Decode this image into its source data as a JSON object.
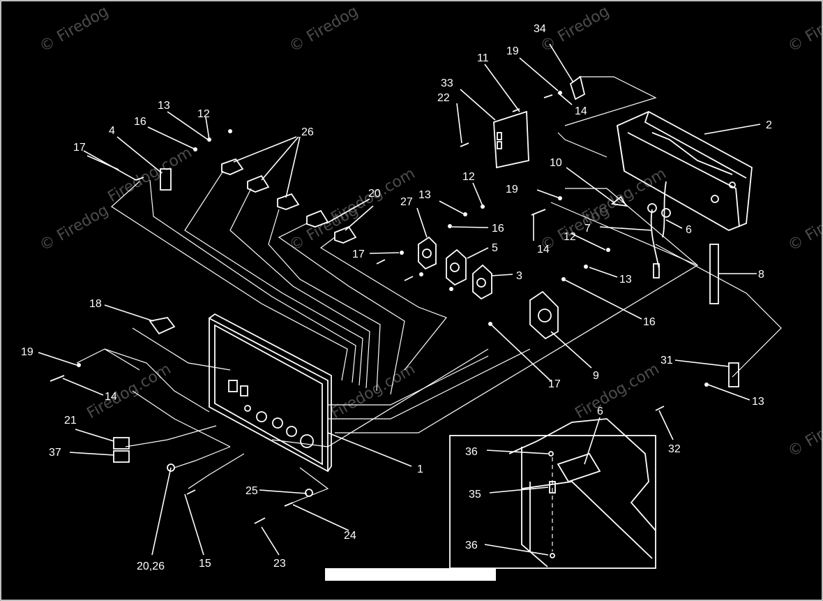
{
  "watermark": "© Firedog",
  "watermark_alt": "Firedog.com",
  "callouts": {
    "c1": "1",
    "c2": "2",
    "c3": "3",
    "c4": "4",
    "c5": "5",
    "c6": "6",
    "c6b": "6",
    "c7": "7",
    "c8": "8",
    "c9": "9",
    "c10": "10",
    "c11": "11",
    "c12a": "12",
    "c12b": "12",
    "c12c": "12",
    "c13a": "13",
    "c13b": "13",
    "c13c": "13",
    "c13d": "13",
    "c14a": "14",
    "c14b": "14",
    "c14c": "14",
    "c15": "15",
    "c16a": "16",
    "c16b": "16",
    "c16c": "16",
    "c17a": "17",
    "c17b": "17",
    "c17c": "17",
    "c18": "18",
    "c19a": "19",
    "c19b": "19",
    "c19c": "19",
    "c20": "20",
    "c20_26": "20,26",
    "c21": "21",
    "c22": "22",
    "c23": "23",
    "c24": "24",
    "c25": "25",
    "c26": "26",
    "c27": "27",
    "c31": "31",
    "c32": "32",
    "c33": "33",
    "c34": "34",
    "c35": "35",
    "c36a": "36",
    "c36b": "36",
    "c37": "37"
  },
  "colors": {
    "background": "#000000",
    "lines": "#ffffff",
    "watermark": "#5a5a5a"
  }
}
